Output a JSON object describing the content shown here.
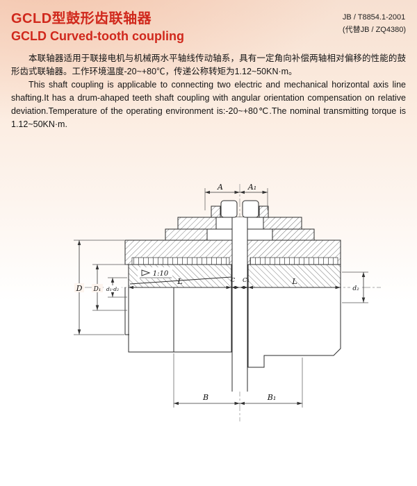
{
  "header": {
    "title_cn": "GCLD型鼓形齿联轴器",
    "title_en": "GCLD Curved-tooth coupling",
    "standard_no": "JB / T8854.1-2001",
    "standard_replace": "(代替JB / ZQ4380)"
  },
  "intro": {
    "paragraph_cn": "本联轴器适用于联接电机与机械两水平轴线传动轴系，具有一定角向补偿两轴相对偏移的性能的鼓形齿式联轴器。工作环境温度-20~+80℃，传递公称转矩为1.12~50KN·m。",
    "paragraph_en": "This shaft coupling is applicable to connecting two electric and mechanical horizontal axis line shafting.It has a drum-ahaped teeth shaft coupling with angular orientation compensation on relative deviation.Temperature of the operating environment is:-20~+80℃.The nominal transmitting torque is 1.12~50KN·m."
  },
  "drawing": {
    "labels": {
      "A": "A",
      "A1": "A₁",
      "D": "D",
      "D1": "D₁",
      "d1d2": "d₁·d₂",
      "d2": "d₂",
      "L_left": "L",
      "C": "C",
      "C1": "C₁",
      "L_right": "L",
      "B": "B",
      "B1": "B₁",
      "taper": "1:10"
    }
  }
}
